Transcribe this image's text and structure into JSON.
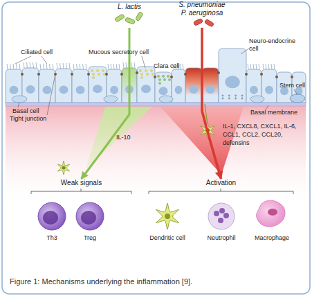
{
  "diagram": {
    "caption": "Figure 1: Mechanisms underlying the inflammation [9].",
    "nodes": [
      {
        "text": [
          "L. lactis"
        ]
      },
      {
        "text": [
          "S. pneumoniae",
          "P. aeruginosa"
        ]
      },
      {
        "text": [
          "Weak signals"
        ]
      },
      {
        "text": [
          "Th3"
        ],
        "in": 2
      },
      {
        "text": [
          "Treg"
        ],
        "in": 2
      },
      {
        "text": [
          "Activation"
        ]
      },
      {
        "text": [
          "Dendritic cell"
        ],
        "in": 5
      },
      {
        "text": [
          "Neutrophil"
        ],
        "in": 5
      },
      {
        "text": [
          "Macrophage"
        ],
        "in": 5
      }
    ],
    "edges": [
      {
        "from": 0,
        "to": 2,
        "arrow": "to",
        "label": "IL-10"
      },
      {
        "from": 1,
        "to": 5,
        "arrow": "to",
        "label": "IL-1, CXCL8, CXCL1, IL-6, CCL1, CCL2, CCL20, defensins"
      }
    ],
    "labels": [
      "Ciliated cell",
      "Mucous secretory cell",
      "Clara cell",
      "Neuro-endocrine cell",
      "Stem cell",
      "Basal cell",
      "Tight junction",
      "Basal membrane"
    ]
  }
}
